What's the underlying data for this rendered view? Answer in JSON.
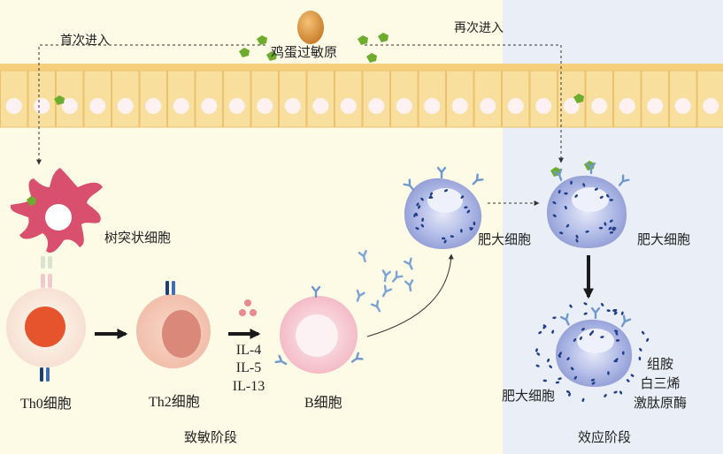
{
  "allergen": {
    "label": "鸡蛋过敏原"
  },
  "routes": {
    "first_entry": "首次进入",
    "second_entry": "再次进入"
  },
  "cells": {
    "dendritic": "树突状细胞",
    "th0": "Th0细胞",
    "th2": "Th2细胞",
    "b_cell": "B细胞",
    "mast_1": "肥大细胞",
    "mast_2": "肥大细胞",
    "mast_3": "肥大细胞"
  },
  "cytokines": [
    "IL-4",
    "IL-5",
    "IL-13"
  ],
  "mediators": [
    "组胺",
    "白三烯",
    "激肽原酶"
  ],
  "phases": {
    "sensitization": "致敏阶段",
    "effector": "效应阶段"
  },
  "colors": {
    "left_bg": "#fdfae6",
    "right_bg": "#e8eef7",
    "epithelium": "#f9df9e",
    "dendritic": "#d94f6e",
    "th0_core": "#e5542c",
    "th2_core": "#d98879",
    "b_cell": "#f8cfd6",
    "mast": "#a9b3e3",
    "antibody": "#6f98cc",
    "receptor": "#1f3f7a",
    "allergen": "#6dac2d"
  }
}
